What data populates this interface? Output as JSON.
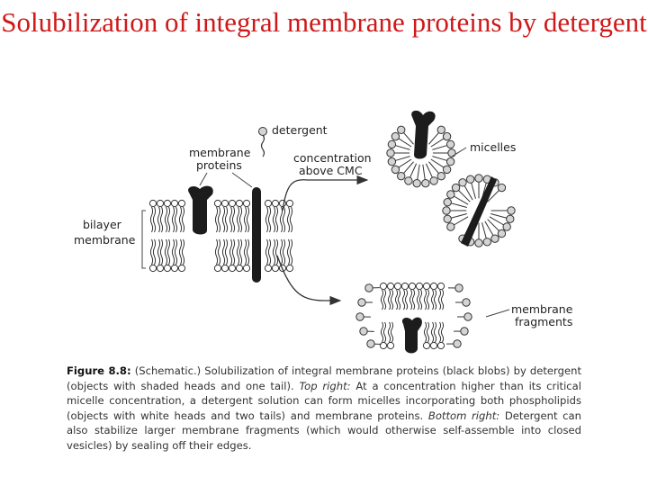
{
  "slide": {
    "title": "Solubilization of integral membrane proteins by detergent"
  },
  "figure": {
    "labels": {
      "detergent": "detergent",
      "membrane_proteins_line1": "membrane",
      "membrane_proteins_line2": "proteins",
      "concentration_line1": "concentration",
      "concentration_line2": "above CMC",
      "micelles": "micelles",
      "bilayer_line1": "bilayer",
      "bilayer_line2": "membrane",
      "fragments_line1": "membrane",
      "fragments_line2": "fragments"
    },
    "caption": {
      "figure_number": "Figure 8.8:",
      "part1": " (Schematic.) Solubilization of integral membrane proteins (black blobs) by detergent (objects with shaded heads and one tail). ",
      "top_right_label": "Top right:",
      "part2": " At a concentration higher than its critical micelle concentration, a detergent solution can form micelles incorporating both phospholipids (objects with white heads and two tails) and membrane proteins. ",
      "bottom_right_label": "Bottom right:",
      "part3": " Detergent can also stabilize larger membrane fragments (which would otherwise self-assemble into closed vesicles) by sealing off their edges."
    }
  }
}
